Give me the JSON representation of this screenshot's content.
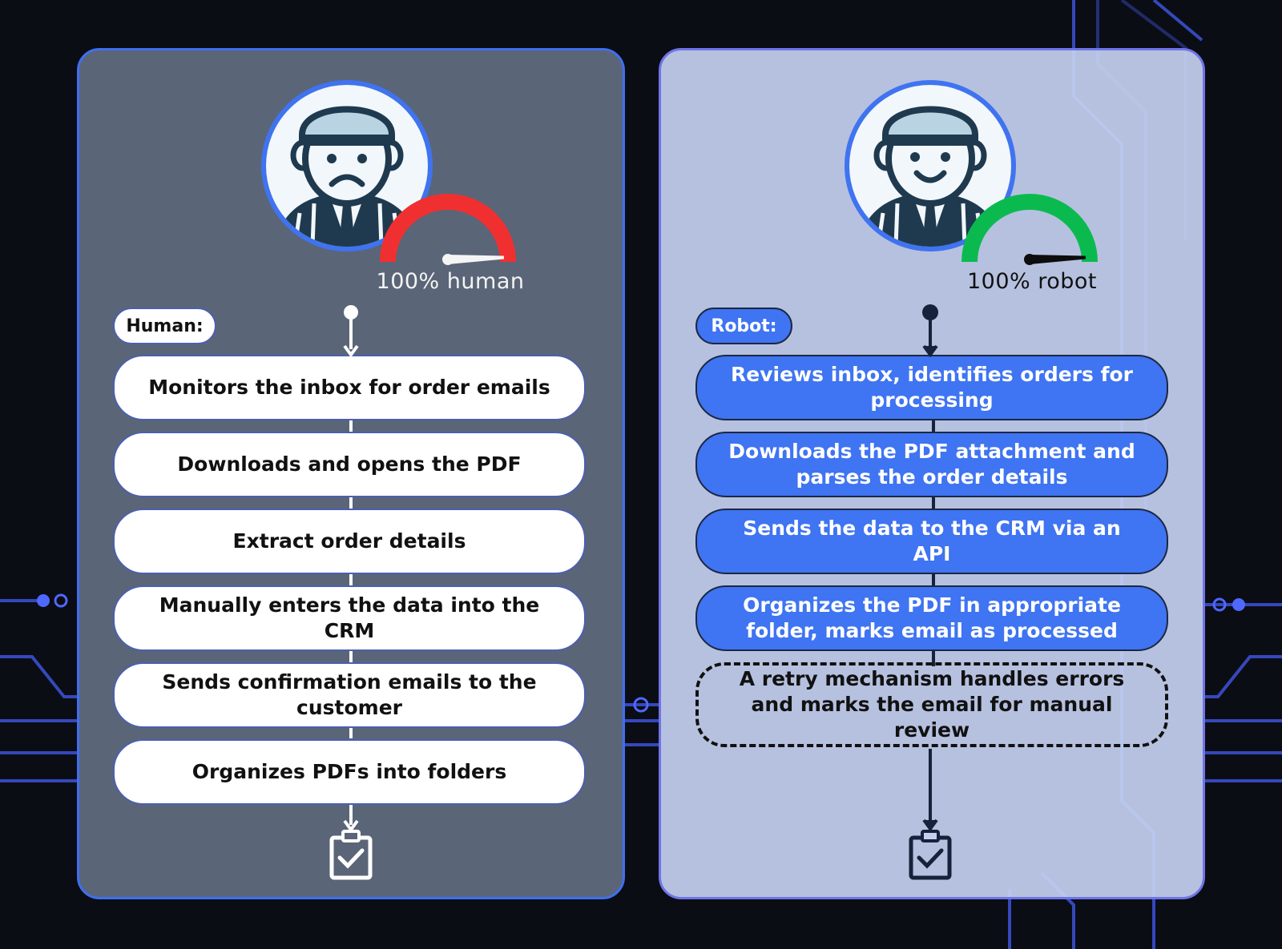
{
  "colors": {
    "human_panel": "#5a6578",
    "robot_panel": "#c4d0f0",
    "panel_border": "#3f6ff0",
    "robot_step": "#3f74f2",
    "gauge_red": "#f03030",
    "gauge_green": "#0bba4f",
    "circuit_accent": "#4f68ff"
  },
  "human": {
    "tag_label": "Human:",
    "gauge_label": "100% human",
    "gauge_level": 1.0,
    "gauge_color": "#f03030",
    "avatar_mood": "sad",
    "steps": [
      "Monitors the inbox for order emails",
      "Downloads and opens the PDF",
      "Extract order details",
      "Manually enters the data into the CRM",
      "Sends confirmation emails to the customer",
      "Organizes PDFs into folders"
    ],
    "end_icon": "clipboard-check-icon"
  },
  "robot": {
    "tag_label": "Robot:",
    "gauge_label": "100% robot",
    "gauge_level": 1.0,
    "gauge_color": "#0bba4f",
    "avatar_mood": "happy",
    "steps": [
      "Reviews inbox, identifies orders for processing",
      "Downloads the PDF attachment and parses the order details",
      "Sends the data to the CRM via an API",
      "Organizes the PDF in appropriate folder, marks email as processed"
    ],
    "retry_step": "A retry mechanism handles errors and marks the email for manual review",
    "end_icon": "clipboard-check-icon"
  }
}
